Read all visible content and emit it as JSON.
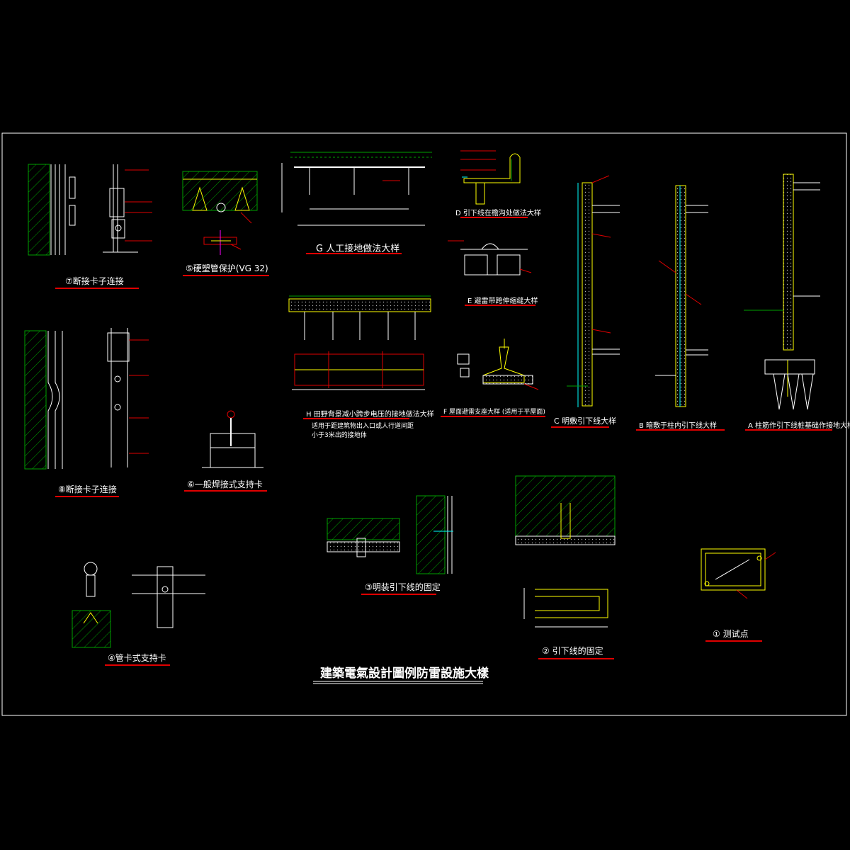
{
  "sheet_title": "建築電氣設計圖例防雷設施大樣",
  "colors": {
    "background": "#000000",
    "frame": "#ffffff",
    "line": "#ffffff",
    "structure": "#ffff00",
    "hatch": "#00a000",
    "callout": "#e00000",
    "dimension": "#ffffff",
    "accent_magenta": "#ff00ff",
    "accent_cyan": "#00ffff"
  },
  "details": [
    {
      "id": "d7",
      "title": "⑦断接卡子连接"
    },
    {
      "id": "d5",
      "title": "⑤硬塑管保护(VG 32)"
    },
    {
      "id": "dG",
      "title": "G 人工接地做法大样"
    },
    {
      "id": "dD",
      "title": "D 引下线在檐沟处做法大样"
    },
    {
      "id": "dE",
      "title": "E 避雷带跨伸缩缝大样"
    },
    {
      "id": "dC",
      "title": "C 明敷引下线大样"
    },
    {
      "id": "dB",
      "title": "B 暗敷于柱内引下线大样"
    },
    {
      "id": "dA",
      "title": "A 柱筋作引下线桩基础作接地大样"
    },
    {
      "id": "d8",
      "title": "⑧断接卡子连接"
    },
    {
      "id": "dH",
      "title": "H 田野背景减小跨步电压的接地做法大样"
    },
    {
      "id": "dF",
      "title": "F 屋面避雷支座大样 (适用于平屋面)"
    },
    {
      "id": "d6",
      "title": "⑥一般焊接式支持卡"
    },
    {
      "id": "d3",
      "title": "③明装引下线的固定"
    },
    {
      "id": "d2",
      "title": "② 引下线的固定"
    },
    {
      "id": "d1",
      "title": "① 测试点"
    },
    {
      "id": "d4",
      "title": "④管卡式支持卡"
    }
  ],
  "notes": {
    "h_note_1": "适用于距建筑物出入口或人行道间距",
    "h_note_2": "小于3米出的接地体"
  }
}
